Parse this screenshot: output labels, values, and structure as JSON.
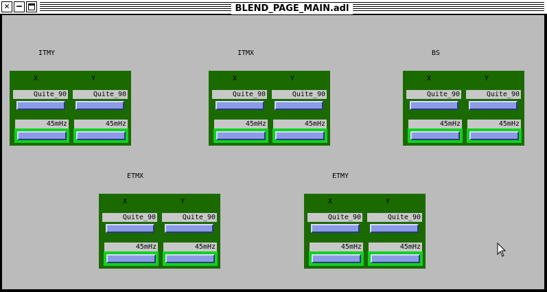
{
  "window": {
    "title": "BLEND_PAGE_MAIN.adl"
  },
  "colors": {
    "background": "#bbbbbb",
    "panel": "#1b6a00",
    "button": "#8b9be6",
    "active_frame": "#10d21e",
    "textbox": "#c8c8c8"
  },
  "groups": [
    {
      "name": "ITMY",
      "x_label": "X",
      "y_label": "Y",
      "x_mode": "Quite_90",
      "y_mode": "Quite_90",
      "x_freq": "45mHz",
      "y_freq": "45mHz"
    },
    {
      "name": "ITMX",
      "x_label": "X",
      "y_label": "Y",
      "x_mode": "Quite_90",
      "y_mode": "Quite_90",
      "x_freq": "45mHz",
      "y_freq": "45mHz"
    },
    {
      "name": "BS",
      "x_label": "X",
      "y_label": "Y",
      "x_mode": "Quite_90",
      "y_mode": "Quite_90",
      "x_freq": "45mHz",
      "y_freq": "45mHz"
    },
    {
      "name": "ETMX",
      "x_label": "X",
      "y_label": "Y",
      "x_mode": "Quite_90",
      "y_mode": "Quite_90",
      "x_freq": "45mHz",
      "y_freq": "45mHz"
    },
    {
      "name": "ETMY",
      "x_label": "X",
      "y_label": "Y",
      "x_mode": "Quite_90",
      "y_mode": "Quite_90",
      "x_freq": "45mHz",
      "y_freq": "45mHz"
    }
  ],
  "icons": {
    "close": "close-icon",
    "minimize": "minimize-icon",
    "maximize": "maximize-icon",
    "cursor": "mouse-pointer-icon"
  }
}
